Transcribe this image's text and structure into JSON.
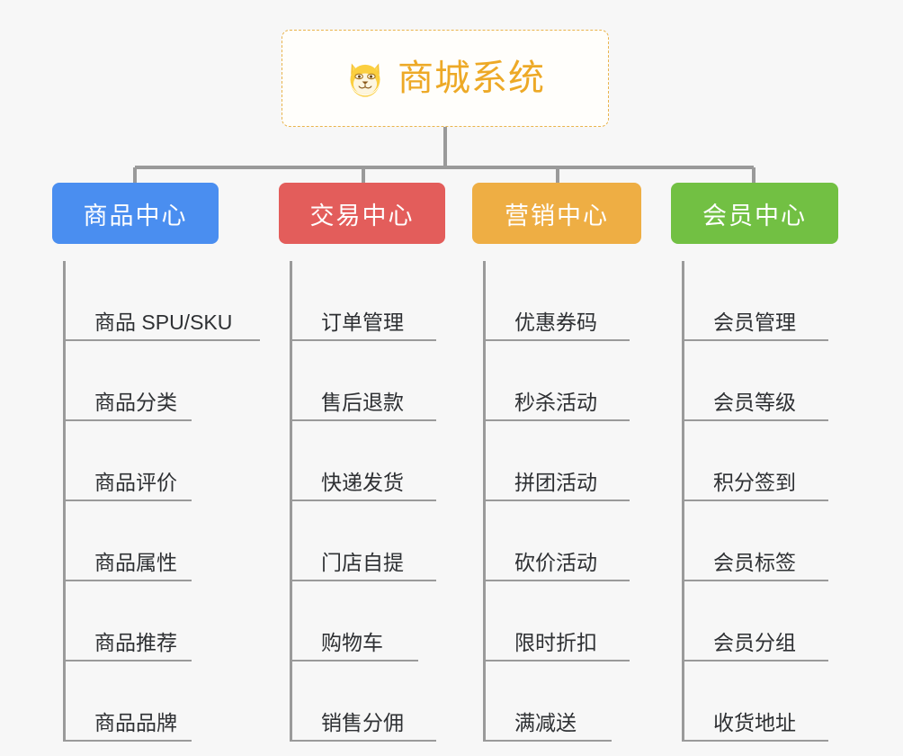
{
  "diagram": {
    "type": "mindmap",
    "background_color": "#f7f7f7",
    "connector_color": "#9a9a9a"
  },
  "root": {
    "title": "商城系统",
    "icon": "dog-face-icon",
    "text_color": "#eda926",
    "border_color": "#e9b44c",
    "background_color": "#fffefb"
  },
  "categories": [
    {
      "label": "商品中心",
      "color": "#4a8ef0",
      "items": [
        {
          "label": "商品 SPU/SKU"
        },
        {
          "label": "商品分类"
        },
        {
          "label": "商品评价"
        },
        {
          "label": "商品属性"
        },
        {
          "label": "商品推荐"
        },
        {
          "label": "商品品牌"
        }
      ]
    },
    {
      "label": "交易中心",
      "color": "#e35d5b",
      "items": [
        {
          "label": "订单管理"
        },
        {
          "label": "售后退款"
        },
        {
          "label": "快递发货"
        },
        {
          "label": "门店自提"
        },
        {
          "label": "购物车"
        },
        {
          "label": "销售分佣"
        }
      ]
    },
    {
      "label": "营销中心",
      "color": "#eeae44",
      "items": [
        {
          "label": "优惠券码"
        },
        {
          "label": "秒杀活动"
        },
        {
          "label": "拼团活动"
        },
        {
          "label": "砍价活动"
        },
        {
          "label": "限时折扣"
        },
        {
          "label": "满减送"
        }
      ]
    },
    {
      "label": "会员中心",
      "color": "#72c043",
      "items": [
        {
          "label": "会员管理"
        },
        {
          "label": "会员等级"
        },
        {
          "label": "积分签到"
        },
        {
          "label": "会员标签"
        },
        {
          "label": "会员分组"
        },
        {
          "label": "收货地址"
        }
      ]
    }
  ]
}
